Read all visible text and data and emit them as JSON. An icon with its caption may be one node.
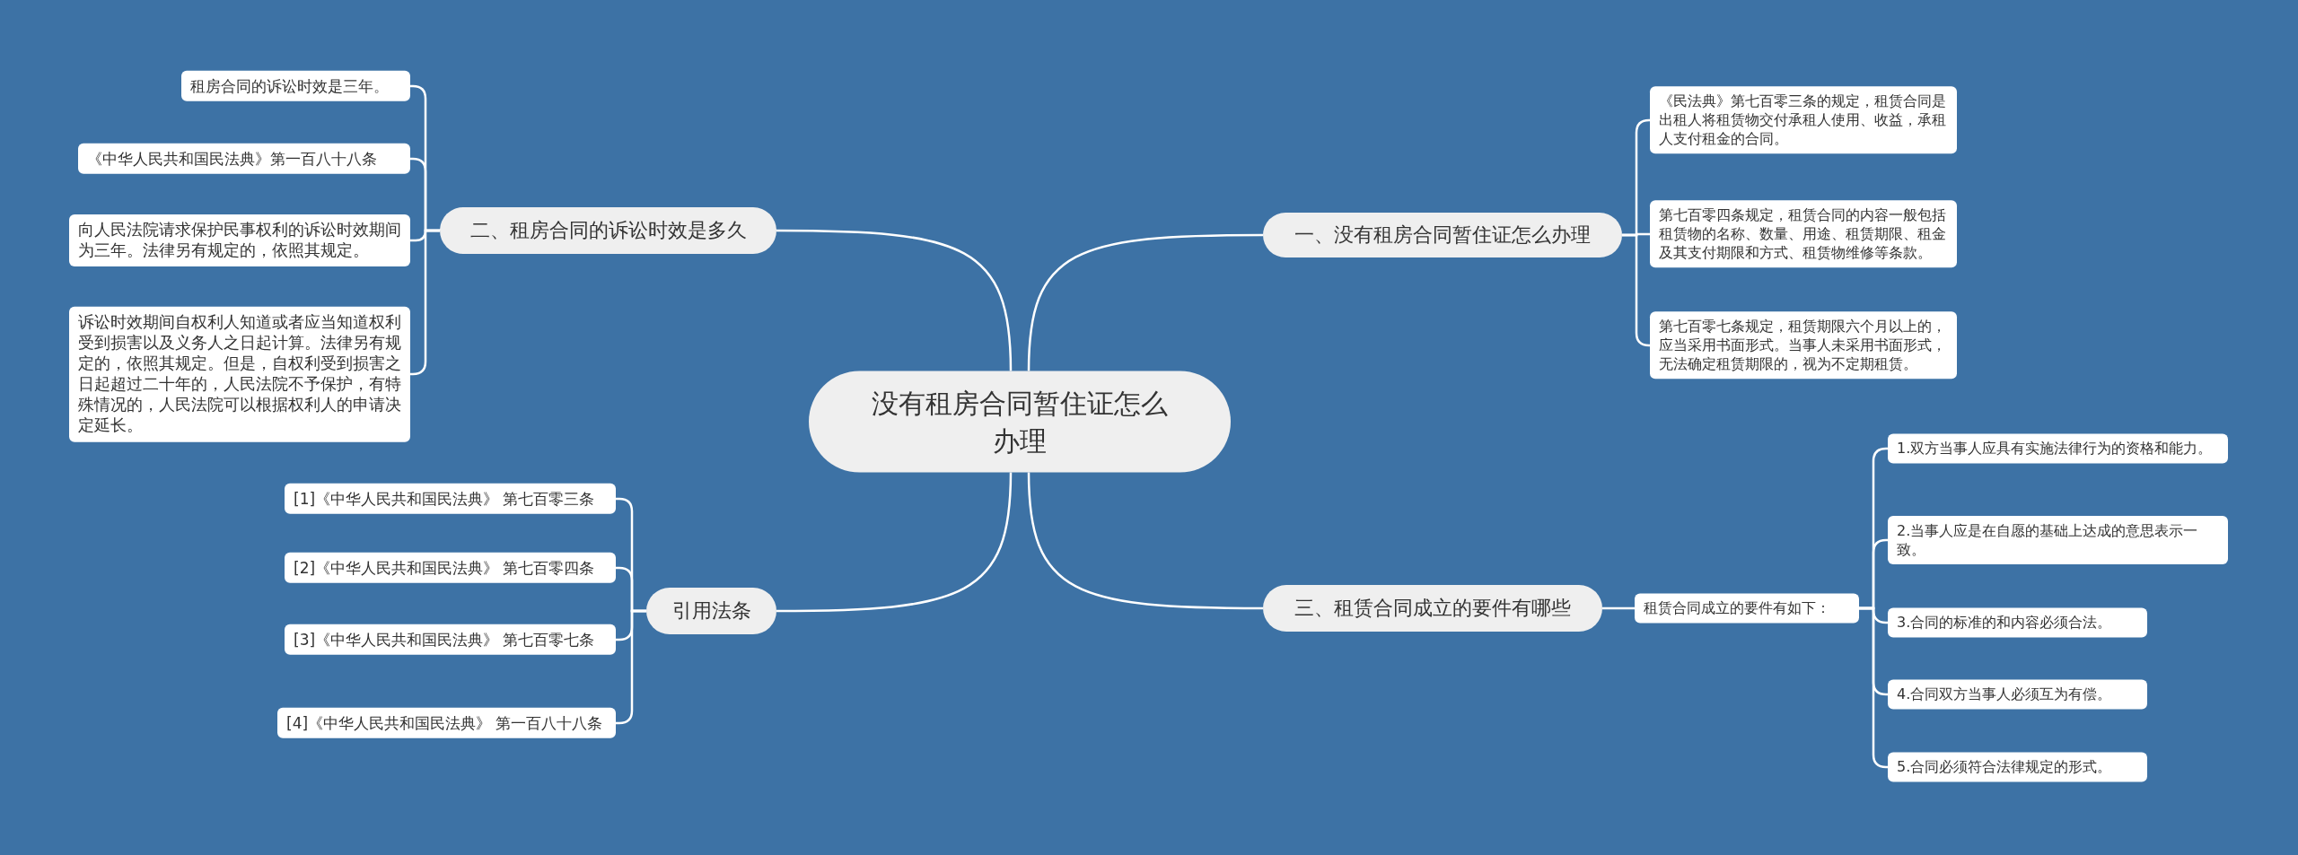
{
  "diagram": {
    "nodes": [
      {
        "text": [
          "没有租房合同暂住证怎么办理"
        ]
      },
      {
        "text": [
          "一、没有租房合同暂住证怎么办理"
        ]
      },
      {
        "text": [
          "《民法典》第七百零三条的规定，租赁合同是出租人将租赁物交付承租人使用、收益，承租人支付租金的合同。"
        ]
      },
      {
        "text": [
          "第七百零四条规定，租赁合同的内容一般包括租赁物的名称、数量、用途、租赁期限、租金及其支付期限和方式、租赁物维修等条款。"
        ]
      },
      {
        "text": [
          "第七百零七条规定，租赁期限六个月以上的，应当采用书面形式。当事人未采用书面形式，无法确定租赁期限的，视为不定期租赁。"
        ]
      },
      {
        "text": [
          "二、租房合同的诉讼时效是多久"
        ]
      },
      {
        "text": [
          "租房合同的诉讼时效是三年。"
        ]
      },
      {
        "text": [
          "《中华人民共和国民法典》第一百八十八条"
        ]
      },
      {
        "text": [
          "向人民法院请求保护民事权利的诉讼时效期间为三年。法律另有规定的，依照其规定。"
        ]
      },
      {
        "text": [
          "诉讼时效期间自权利人知道或者应当知道权利受到损害以及义务人之日起计算。法律另有规定的，依照其规定。但是，自权利受到损害之日起超过二十年的，人民法院不予保护，有特殊情况的，人民法院可以根据权利人的申请决定延长。"
        ]
      },
      {
        "text": [
          "三、租赁合同成立的要件有哪些"
        ]
      },
      {
        "text": [
          "租赁合同成立的要件有如下："
        ]
      },
      {
        "text": [
          "1.双方当事人应具有实施法律行为的资格和能力。"
        ]
      },
      {
        "text": [
          "2.当事人应是在自愿的基础上达成的意思表示一致。"
        ]
      },
      {
        "text": [
          "3.合同的标准的和内容必须合法。"
        ]
      },
      {
        "text": [
          "4.合同双方当事人必须互为有偿。"
        ]
      },
      {
        "text": [
          "5.合同必须符合法律规定的形式。"
        ]
      },
      {
        "text": [
          "引用法条"
        ]
      },
      {
        "text": [
          "[1]《中华人民共和国民法典》 第七百零三条"
        ]
      },
      {
        "text": [
          "[2]《中华人民共和国民法典》 第七百零四条"
        ]
      },
      {
        "text": [
          "[3]《中华人民共和国民法典》 第七百零七条"
        ]
      },
      {
        "text": [
          "[4]《中华人民共和国民法典》 第一百八十八条"
        ]
      }
    ],
    "edges": [
      {
        "from": 0,
        "to": 1,
        "arrow": "none"
      },
      {
        "from": 1,
        "to": 2,
        "arrow": "none"
      },
      {
        "from": 1,
        "to": 3,
        "arrow": "none"
      },
      {
        "from": 1,
        "to": 4,
        "arrow": "none"
      },
      {
        "from": 0,
        "to": 5,
        "arrow": "none"
      },
      {
        "from": 5,
        "to": 6,
        "arrow": "none"
      },
      {
        "from": 5,
        "to": 7,
        "arrow": "none"
      },
      {
        "from": 5,
        "to": 8,
        "arrow": "none"
      },
      {
        "from": 5,
        "to": 9,
        "arrow": "none"
      },
      {
        "from": 0,
        "to": 10,
        "arrow": "none"
      },
      {
        "from": 10,
        "to": 11,
        "arrow": "none"
      },
      {
        "from": 11,
        "to": 12,
        "arrow": "none"
      },
      {
        "from": 11,
        "to": 13,
        "arrow": "none"
      },
      {
        "from": 11,
        "to": 14,
        "arrow": "none"
      },
      {
        "from": 11,
        "to": 15,
        "arrow": "none"
      },
      {
        "from": 11,
        "to": 16,
        "arrow": "none"
      },
      {
        "from": 0,
        "to": 17,
        "arrow": "none"
      },
      {
        "from": 17,
        "to": 18,
        "arrow": "none"
      },
      {
        "from": 17,
        "to": 19,
        "arrow": "none"
      },
      {
        "from": 17,
        "to": 20,
        "arrow": "none"
      },
      {
        "from": 17,
        "to": 21,
        "arrow": "none"
      }
    ]
  }
}
